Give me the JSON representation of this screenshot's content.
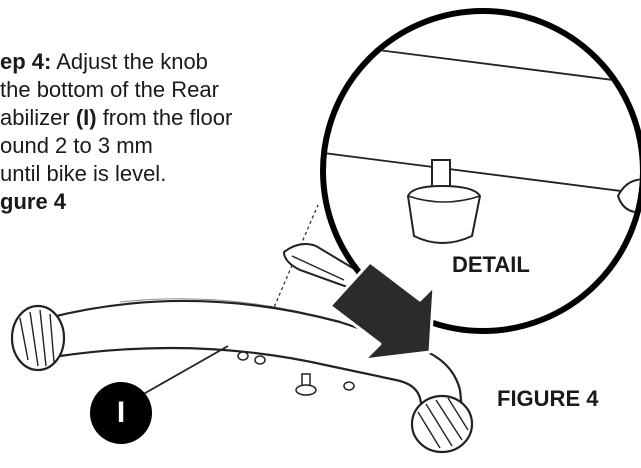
{
  "instruction": {
    "step_label": "ep 4:",
    "line1_text": " Adjust the knob",
    "line2_text": "the bottom of the Rear",
    "line3_prefix": "abilizer ",
    "line3_part": "(I)",
    "line3_suffix": " from the floor",
    "line4_text": "ound 2 to 3 mm",
    "line5_text": "until bike is level.",
    "figure_ref": "gure 4"
  },
  "labels": {
    "detail": "DETAIL",
    "figure": "FIGURE 4",
    "part_marker": "I"
  },
  "colors": {
    "ink": "#1a1a1a",
    "arrow": "#2b2b2b",
    "marker_bg": "#000000",
    "marker_text": "#ffffff"
  }
}
